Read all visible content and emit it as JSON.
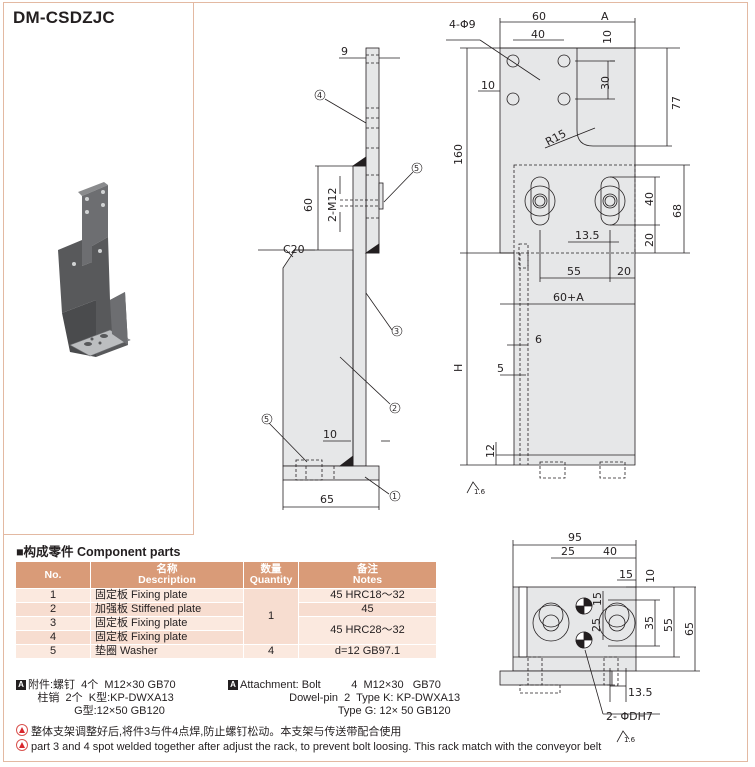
{
  "header": {
    "model": "DM-CSDZJC"
  },
  "side_view": {
    "dims": {
      "thickness": "9",
      "height_60": "60",
      "thread": "2-M12",
      "chamfer": "C20",
      "gap": "10",
      "width": "65"
    },
    "callouts": [
      "4",
      "5",
      "3",
      "2",
      "5",
      "1"
    ]
  },
  "front_view": {
    "dims": {
      "width_60": "60",
      "width_a": "A",
      "holes": "4-Φ9",
      "hole_spacing": "40",
      "top_10": "10",
      "v_30": "30",
      "v_77": "77",
      "left_10": "10",
      "radius": "R15",
      "height_160": "160",
      "v_40": "40",
      "v_68": "68",
      "h_13_5": "13.5",
      "v_20": "20",
      "h_55": "55",
      "h_20": "20",
      "total_width": "60+A",
      "h_6": "6",
      "h_5": "5",
      "height_h": "H",
      "v_12": "12",
      "roughness": "1.6"
    }
  },
  "bottom_view": {
    "dims": {
      "width_95": "95",
      "h_25": "25",
      "h_40": "40",
      "h_15": "15",
      "v_10": "10",
      "v_15": "15",
      "v_25": "25",
      "v_35": "35",
      "v_55": "55",
      "v_65": "65",
      "h_13_5": "13.5",
      "dowel": "2- ΦDH7",
      "roughness": "1.6"
    }
  },
  "components": {
    "title": "■构成零件 Component parts",
    "headers": {
      "no": "No.",
      "desc_cn": "名称",
      "desc_en": "Description",
      "qty_cn": "数量",
      "qty_en": "Quantity",
      "notes_cn": "备注",
      "notes_en": "Notes"
    },
    "rows": [
      {
        "no": "1",
        "desc": "固定板 Fixing plate",
        "qty": "1",
        "notes": "45 HRC18～32"
      },
      {
        "no": "2",
        "desc": "加强板 Stiffened plate",
        "qty": "",
        "notes": "45"
      },
      {
        "no": "3",
        "desc": "固定板 Fixing plate",
        "qty": "",
        "notes": "45 HRC28～32"
      },
      {
        "no": "4",
        "desc": "固定板 Fixing plate",
        "qty": "",
        "notes": ""
      },
      {
        "no": "5",
        "desc": "垫圈 Washer",
        "qty": "4",
        "notes": "d=12 GB97.1"
      }
    ]
  },
  "attachment_cn": {
    "badge": "A",
    "line1": "附件:螺钉  4个  M12×30 GB70",
    "line2": "       柱销  2个  K型:KP-DWXA13",
    "line3": "                   G型:12×50 GB120"
  },
  "attachment_en": {
    "badge": "A",
    "line1": "Attachment: Bolt          4  M12×30   GB70",
    "line2": "                    Dowel-pin  2  Type K: KP-DWXA13",
    "line3": "                                    Type G: 12× 50 GB120"
  },
  "notes": {
    "cn": "整体支架调整好后,将件3与件4点焊,防止螺钉松动。本支架与传送带配合使用",
    "en": "part 3 and 4 spot welded together after adjust the rack, to prevent bolt loosing. This rack match with the conveyor belt"
  },
  "colors": {
    "border": "#e3b9a2",
    "table_header": "#d99b78",
    "table_row": "#fbe9df",
    "part_fill": "#e6e7e8",
    "warning": "#d9262c"
  }
}
